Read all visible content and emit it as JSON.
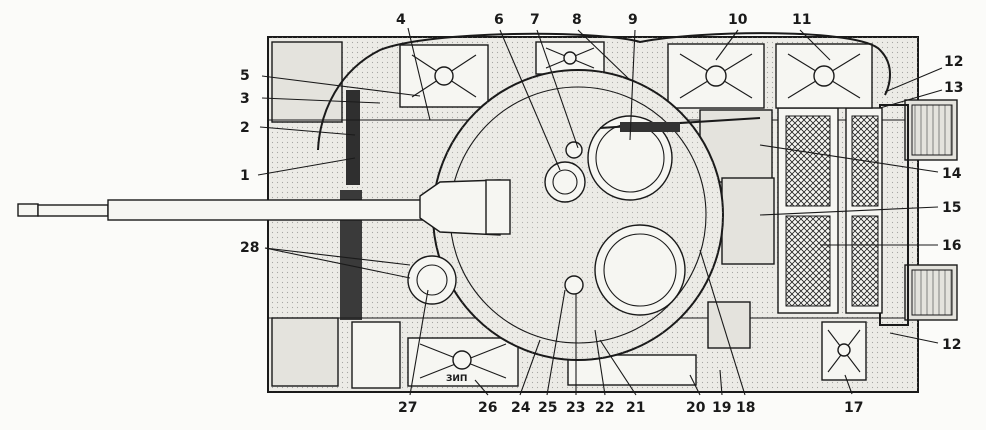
{
  "callouts": [
    "1",
    "2",
    "3",
    "4",
    "5",
    "6",
    "7",
    "8",
    "9",
    "10",
    "11",
    "12",
    "13",
    "14",
    "15",
    "16",
    "17",
    "18",
    "19",
    "20",
    "21",
    "22",
    "23",
    "24",
    "25",
    "26",
    "27",
    "28"
  ],
  "extra_callout": "12",
  "stowage_box_label": "ЗИП"
}
